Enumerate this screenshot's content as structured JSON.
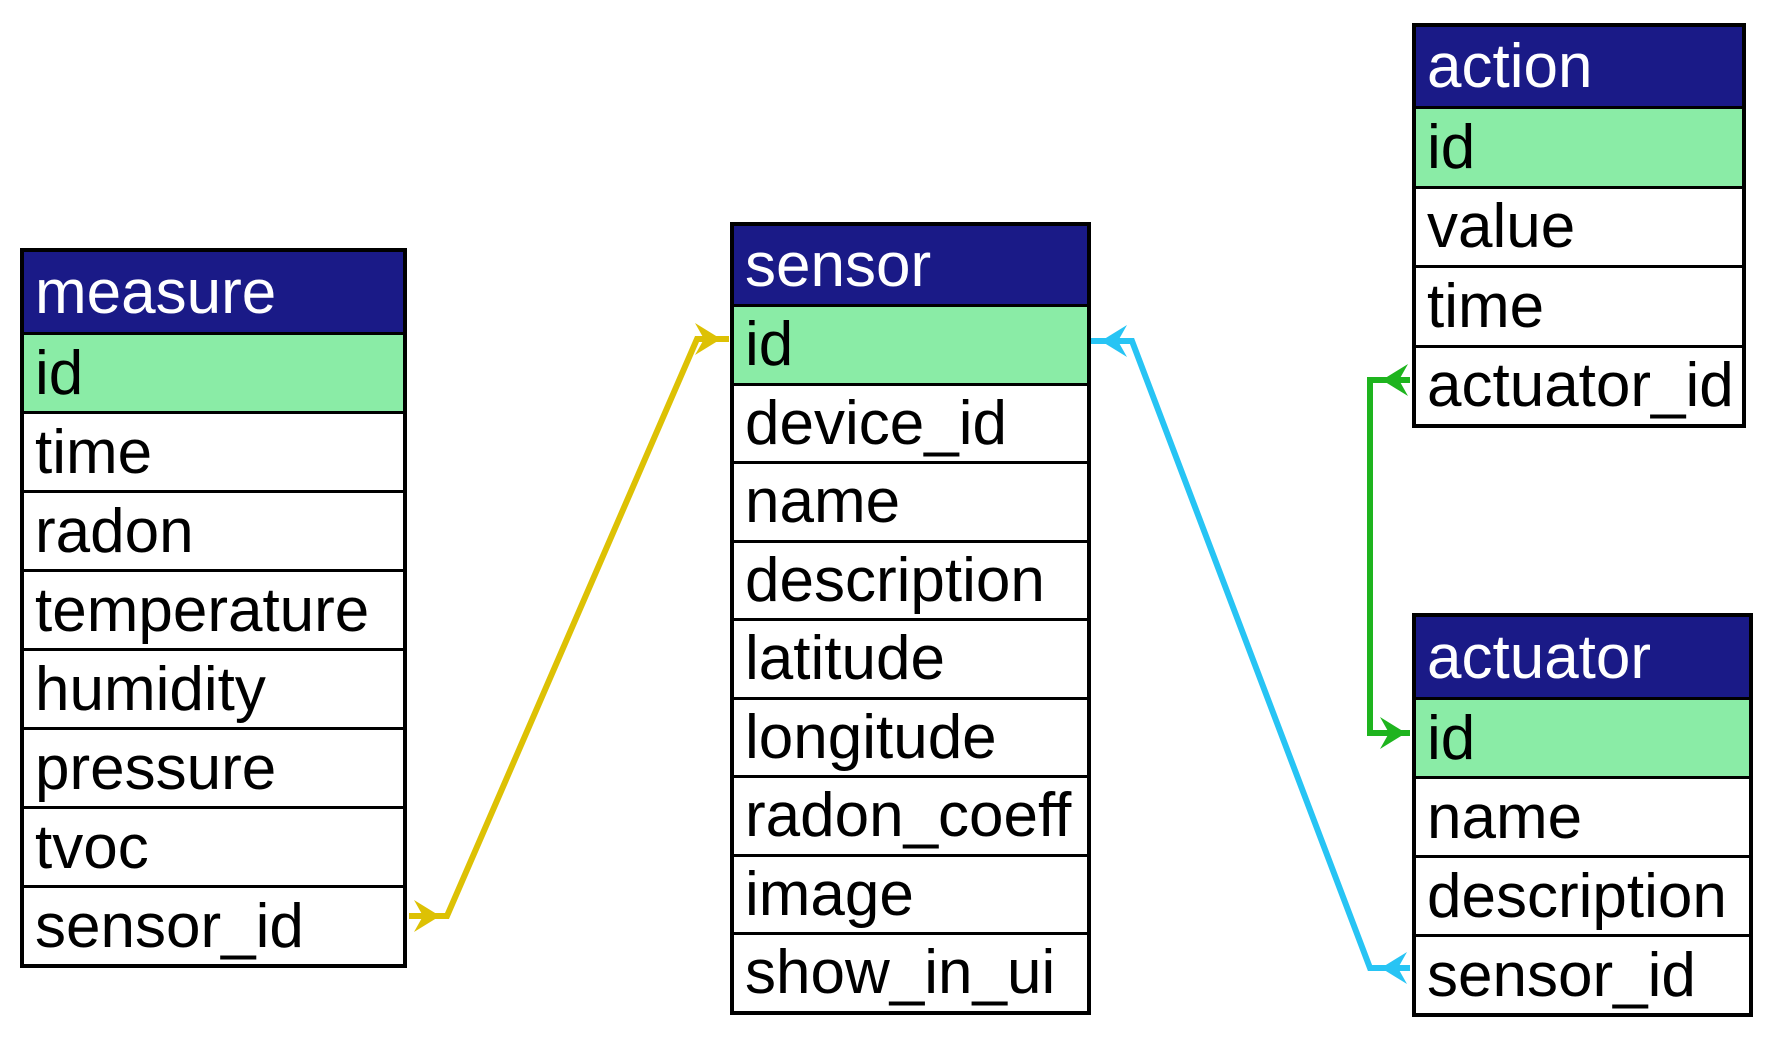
{
  "diagram": {
    "colors": {
      "header_bg": "#1a1a87",
      "header_text": "#ffffff",
      "primary_key_bg": "#8aeca6",
      "relation_measure_sensor": "#ddc104",
      "relation_actuator_sensor": "#27c4f4",
      "relation_action_actuator": "#1eb41e"
    },
    "tables": [
      {
        "name": "measure",
        "fields": [
          "id",
          "time",
          "radon",
          "temperature",
          "humidity",
          "pressure",
          "tvoc",
          "sensor_id"
        ]
      },
      {
        "name": "sensor",
        "fields": [
          "id",
          "device_id",
          "name",
          "description",
          "latitude",
          "longitude",
          "radon_coeff",
          "image",
          "show_in_ui"
        ]
      },
      {
        "name": "action",
        "fields": [
          "id",
          "value",
          "time",
          "actuator_id"
        ]
      },
      {
        "name": "actuator",
        "fields": [
          "id",
          "name",
          "description",
          "sensor_id"
        ]
      }
    ],
    "relations": [
      {
        "from": "measure.sensor_id",
        "to": "sensor.id",
        "color": "#ddc104"
      },
      {
        "from": "actuator.sensor_id",
        "to": "sensor.id",
        "color": "#27c4f4"
      },
      {
        "from": "action.actuator_id",
        "to": "actuator.id",
        "color": "#1eb41e"
      }
    ]
  }
}
